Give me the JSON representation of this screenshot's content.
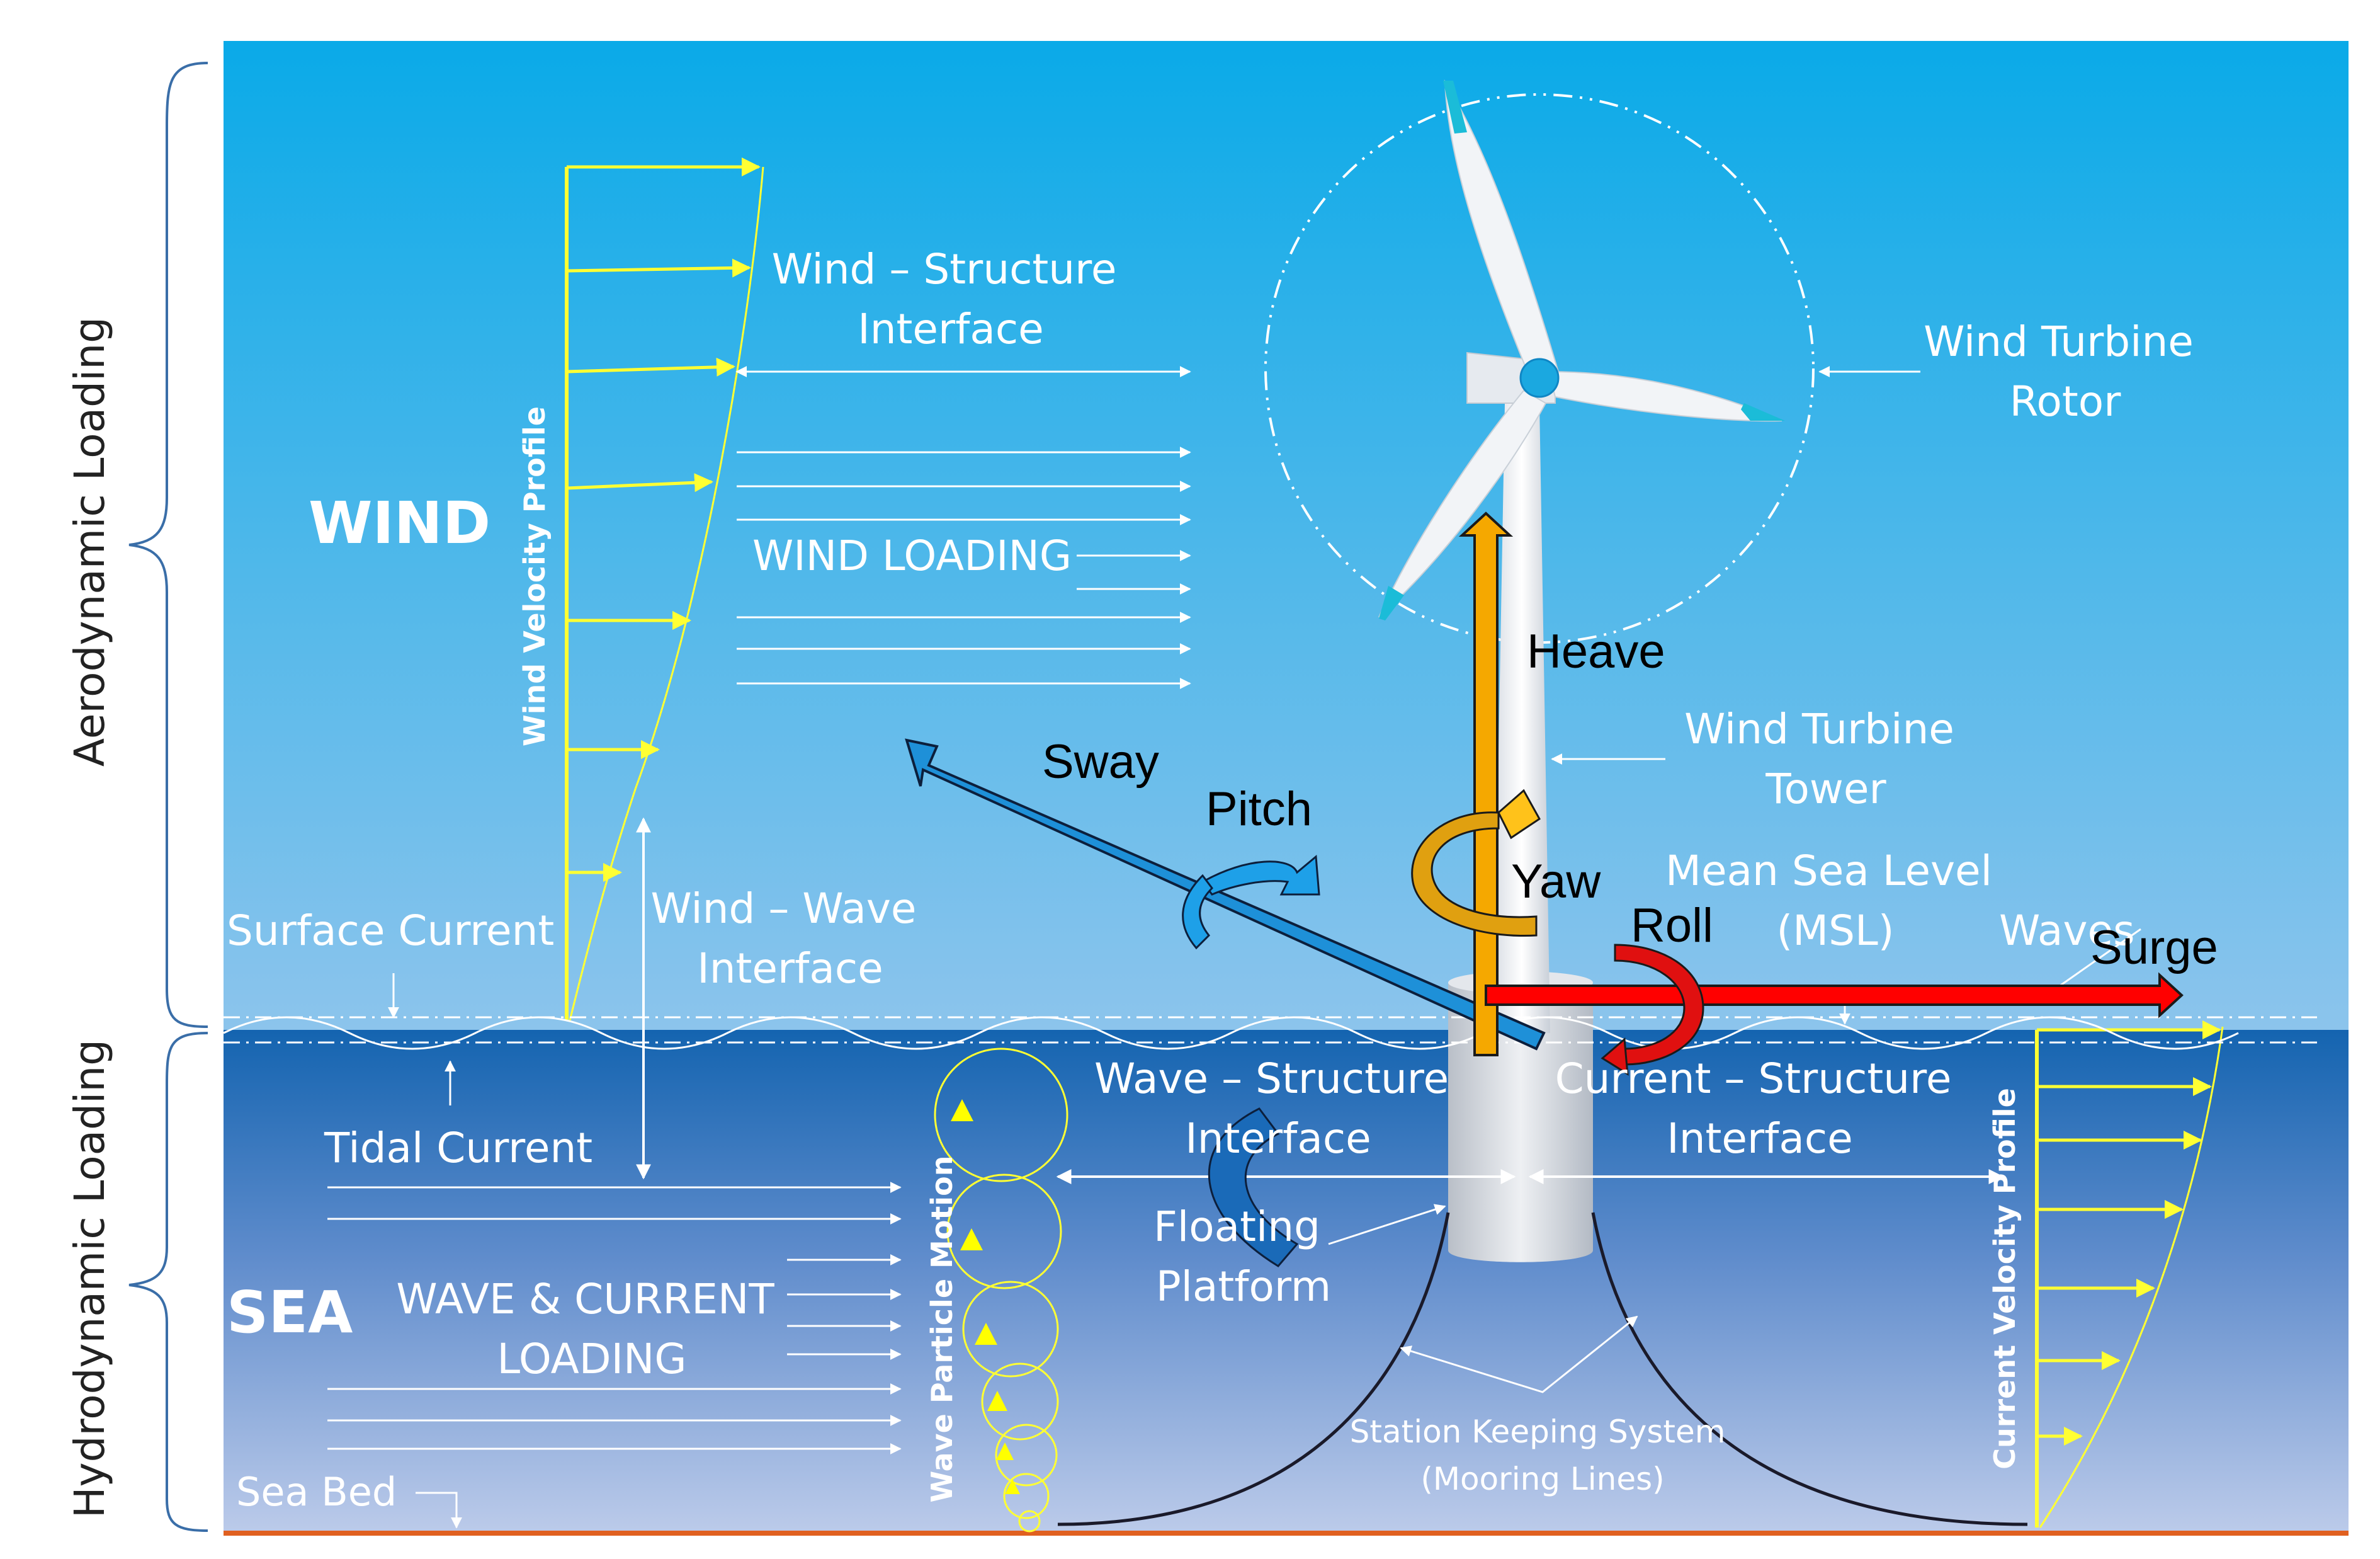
{
  "side_labels": {
    "aerodynamic": "Aerodynamic Loading",
    "hydrodynamic": "Hydrodynamic Loading"
  },
  "regions": {
    "wind": "WIND",
    "sea": "SEA"
  },
  "profiles": {
    "wind": "Wind Velocity Profile",
    "current": "Current Velocity Profile",
    "wave_particle": "Wave Particle Motion"
  },
  "labels": {
    "wind_structure": [
      "Wind – Structure",
      "Interface"
    ],
    "wind_loading": "WIND LOADING",
    "rotor": [
      "Wind Turbine",
      "Rotor"
    ],
    "tower": [
      "Wind Turbine",
      "Tower"
    ],
    "msl": [
      "Mean Sea Level",
      "(MSL)"
    ],
    "waves": "Waves",
    "surface_current": "Surface Current",
    "wind_wave": [
      "Wind – Wave",
      "Interface"
    ],
    "tidal_current": "Tidal Current",
    "wave_structure": [
      "Wave – Structure",
      "Interface"
    ],
    "current_structure": [
      "Current – Structure",
      "Interface"
    ],
    "floating_platform": [
      "Floating",
      "Platform"
    ],
    "wave_current_loading": [
      "WAVE & CURRENT",
      "LOADING"
    ],
    "station_keeping": [
      "Station Keeping System",
      "(Mooring Lines)"
    ],
    "sea_bed": "Sea Bed"
  },
  "dof": {
    "heave": "Heave",
    "sway": "Sway",
    "pitch": "Pitch",
    "yaw": "Yaw",
    "roll": "Roll",
    "surge": "Surge"
  },
  "colors": {
    "sky_top": "#0aaae8",
    "sky_bottom": "#7ebdea",
    "sea_top": "#1872bd",
    "sea_bottom": "#b5c8e8",
    "profile_yellow": "#ffff33",
    "heave": "#f5a800",
    "sway": "#1e90d8",
    "pitch_blue": "#1a6ab8",
    "yaw": "#e0a010",
    "roll": "#e01010",
    "surge": "#ff0000",
    "seabed": "#e06020"
  }
}
